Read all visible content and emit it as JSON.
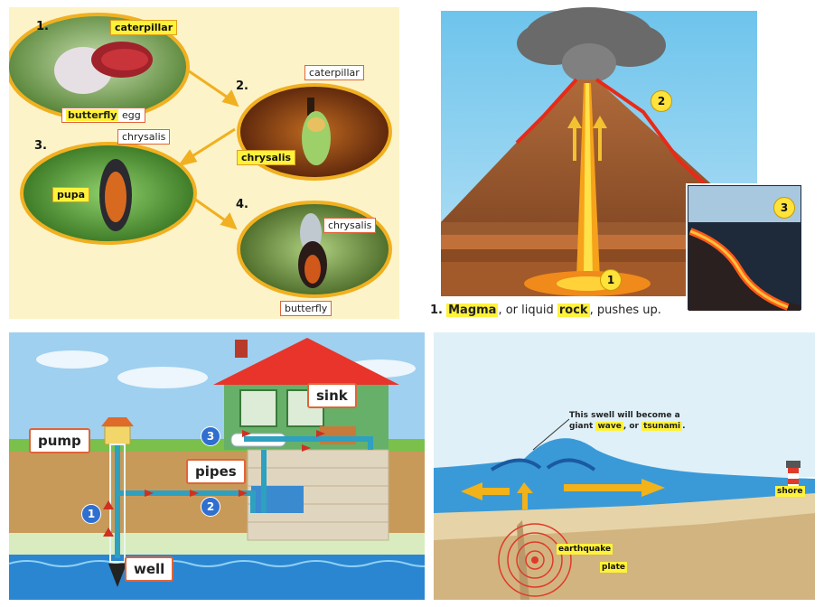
{
  "butterfly": {
    "steps": [
      "1.",
      "2.",
      "3.",
      "4."
    ],
    "labels": {
      "caterpillar_1": "caterpillar",
      "butterfly_word": "butterfly",
      "egg_word": "egg",
      "caterpillar_2": "caterpillar",
      "chrysalis_2": "chrysalis",
      "chrysalis_3": "chrysalis",
      "pupa": "pupa",
      "chrysalis_4": "chrysalis",
      "butterfly_4": "butterfly"
    }
  },
  "volcano": {
    "markers": [
      "1",
      "2",
      "3"
    ],
    "caption": {
      "number": "1.",
      "magma": "Magma",
      "mid": ", or liquid ",
      "rock": "rock",
      "end": ", pushes up."
    }
  },
  "well": {
    "labels": {
      "pump": "pump",
      "sink": "sink",
      "pipes": "pipes",
      "well": "well"
    },
    "markers": [
      "1",
      "2",
      "3"
    ]
  },
  "tsunami": {
    "caption_line1": "This swell will become a",
    "caption_pre": "giant ",
    "wave": "wave",
    "caption_mid": ", or ",
    "tsunami": "tsunami",
    "caption_end": ".",
    "shore": "shore",
    "earthquake": "earthquake",
    "plate": "plate"
  },
  "colors": {
    "panel_cream": "#fdf3c8",
    "oval_border": "#f0b020",
    "lava": "#e8301c",
    "highlight": "#fff23a",
    "water": "#2a86d0",
    "sky": "#9fd0ef"
  }
}
